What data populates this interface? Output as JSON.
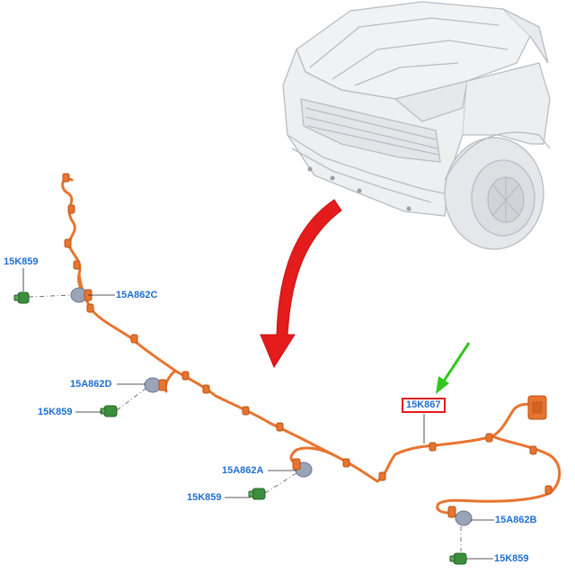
{
  "colors": {
    "harness": "#e8742f",
    "harness_dark": "#b85416",
    "sensor_body": "#9aa4b8",
    "sensor_green": "#3c8f3c",
    "label_blue": "#1f6fd1",
    "arrow_red": "#e41c1c",
    "arrow_green": "#34c61e",
    "highlight_border": "#e21d1d",
    "vehicle_line": "#b9bcc2"
  },
  "icons": {
    "red_arrow": "curved-down-left-arrow-icon",
    "green_arrow": "down-left-arrow-icon",
    "vehicle": "front-bumper-vehicle-icon"
  },
  "parts": {
    "sensor_top_left": "15K859",
    "bracket_c": "15A862C",
    "bracket_d": "15A862D",
    "sensor_mid_left": "15K859",
    "bracket_a": "15A862A",
    "sensor_mid_bottom": "15K859",
    "harness": "15K867",
    "bracket_b": "15A862B",
    "sensor_bottom_right": "15K859"
  }
}
